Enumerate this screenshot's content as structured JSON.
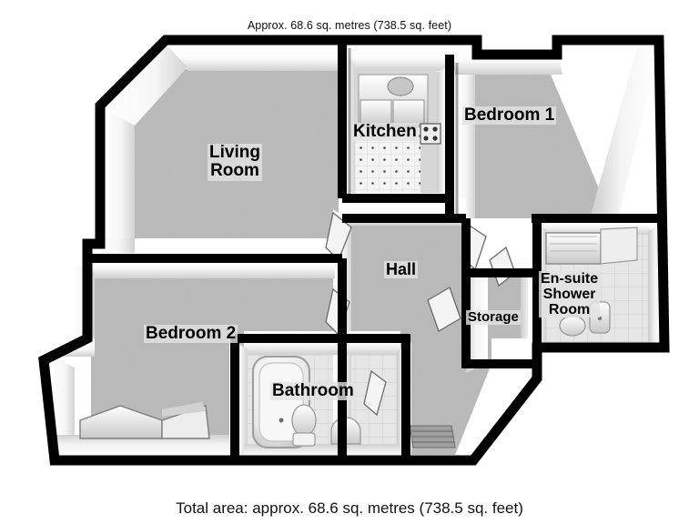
{
  "document": {
    "type": "floor-plan",
    "top_caption": "Approx. 68.6 sq. metres (738.5 sq. feet)",
    "bottom_caption": "Total area: approx. 68.6 sq. metres (738.5 sq. feet)",
    "total_area_metric": "68.6 sq. metres",
    "total_area_imperial": "738.5 sq. feet"
  },
  "rooms": [
    {
      "id": "living",
      "label": "Living\nRoom",
      "name": "Living Room"
    },
    {
      "id": "kitchen",
      "label": "Kitchen",
      "name": "Kitchen"
    },
    {
      "id": "bedroom1",
      "label": "Bedroom 1",
      "name": "Bedroom 1"
    },
    {
      "id": "hall",
      "label": "Hall",
      "name": "Hall"
    },
    {
      "id": "storage",
      "label": "Storage",
      "name": "Storage"
    },
    {
      "id": "ensuite",
      "label": "En-suite\nShower\nRoom",
      "name": "En-suite Shower Room"
    },
    {
      "id": "bedroom2",
      "label": "Bedroom 2",
      "name": "Bedroom 2"
    },
    {
      "id": "bathroom",
      "label": "Bathroom",
      "name": "Bathroom"
    }
  ],
  "palette": {
    "wall_black": "#000000",
    "wall_face_light": "#ffffff",
    "wall_face_shade": "#d8d8d8",
    "floor_gray": "#b9b9b9",
    "floor_tile": "#e3e3e3",
    "fixture_white": "#f2f2f2",
    "label_backdrop": "#e2e2e2",
    "page_background": "#ffffff",
    "text": "#000000"
  },
  "fixtures": [
    {
      "room": "kitchen",
      "name": "sink"
    },
    {
      "room": "kitchen",
      "name": "base-cabinets"
    },
    {
      "room": "kitchen",
      "name": "hob"
    },
    {
      "room": "kitchen",
      "name": "worktop"
    },
    {
      "room": "bathroom",
      "name": "bathtub"
    },
    {
      "room": "bathroom",
      "name": "toilet"
    },
    {
      "room": "bathroom",
      "name": "wash-basin"
    },
    {
      "room": "ensuite",
      "name": "toilet"
    },
    {
      "room": "ensuite",
      "name": "wash-basin"
    },
    {
      "room": "ensuite",
      "name": "shower-enclosure"
    },
    {
      "room": "bedroom2",
      "name": "bay-window"
    }
  ],
  "doors": [
    {
      "from": "hall",
      "to": "living"
    },
    {
      "from": "hall",
      "to": "bedroom2"
    },
    {
      "from": "hall",
      "to": "bedroom1"
    },
    {
      "from": "hall",
      "to": "storage"
    },
    {
      "from": "hall",
      "to": "bathroom"
    },
    {
      "from": "hall",
      "to": "ensuite"
    }
  ]
}
